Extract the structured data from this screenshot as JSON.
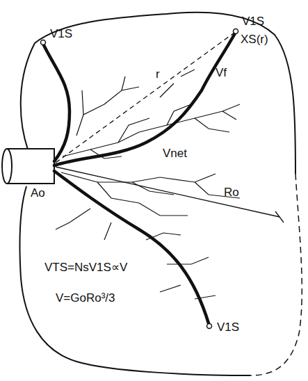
{
  "diagram": {
    "labels": [
      "V1S",
      "V1S",
      "r",
      "XS(r)",
      "Vf",
      "Vnet",
      "Ao",
      "Ro",
      "VTS=NsV1S∝V",
      "V=GoRo³/3",
      "V1S"
    ]
  }
}
